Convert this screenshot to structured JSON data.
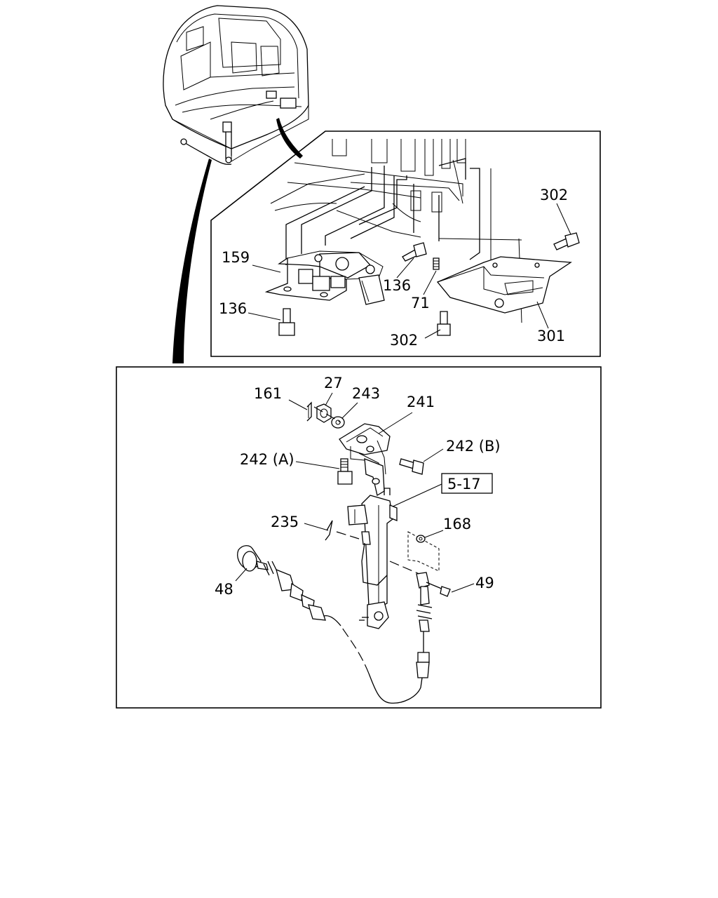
{
  "labels": {
    "p302_top": "302",
    "p159": "159",
    "p136_right": "136",
    "p71": "71",
    "p136_left": "136",
    "p302_bottom": "302",
    "p301": "301",
    "p161": "161",
    "p27": "27",
    "p243": "243",
    "p241": "241",
    "p242a": "242 (A)",
    "p242b": "242 (B)",
    "ref_box": "5-17",
    "p235": "235",
    "p168": "168",
    "p48": "48",
    "p49": "49"
  }
}
